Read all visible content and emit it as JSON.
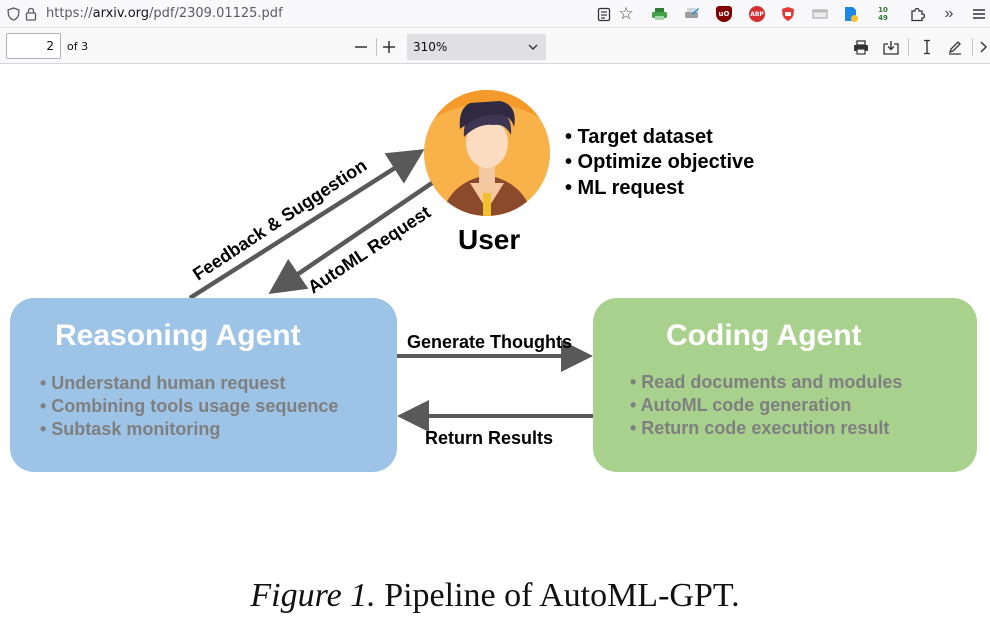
{
  "browser": {
    "url_scheme": "https://",
    "url_host": "arxiv.org",
    "url_path": "/pdf/2309.01125.pdf",
    "ext_ublock": "uO",
    "ext_abp": "ABP",
    "ext_counter_top": "10",
    "ext_counter_bottom": "49"
  },
  "pdf_toolbar": {
    "page_number": "2",
    "page_total": "of 3",
    "zoom_value": "310%"
  },
  "figure": {
    "user_label": "User",
    "user_items": [
      "• Target dataset",
      "• Optimize objective",
      "• ML request"
    ],
    "feedback_label": "Feedback & Suggestion",
    "automl_request_label": "AutoML Request",
    "reasoning_agent": {
      "title": "Reasoning Agent",
      "items": [
        "• Understand human request",
        "• Combining tools usage sequence",
        "• Subtask monitoring"
      ],
      "color": "#9dc3e6"
    },
    "coding_agent": {
      "title": "Coding Agent",
      "items": [
        "• Read documents and modules",
        "• AutoML code generation",
        "• Return code execution result"
      ],
      "color": "#a9d18e"
    },
    "generate_thoughts_label": "Generate Thoughts",
    "return_results_label": "Return Results",
    "arrow_color": "#595959"
  },
  "caption": {
    "figure_label": "Figure 1.",
    "text": " Pipeline of AutoML-GPT."
  }
}
